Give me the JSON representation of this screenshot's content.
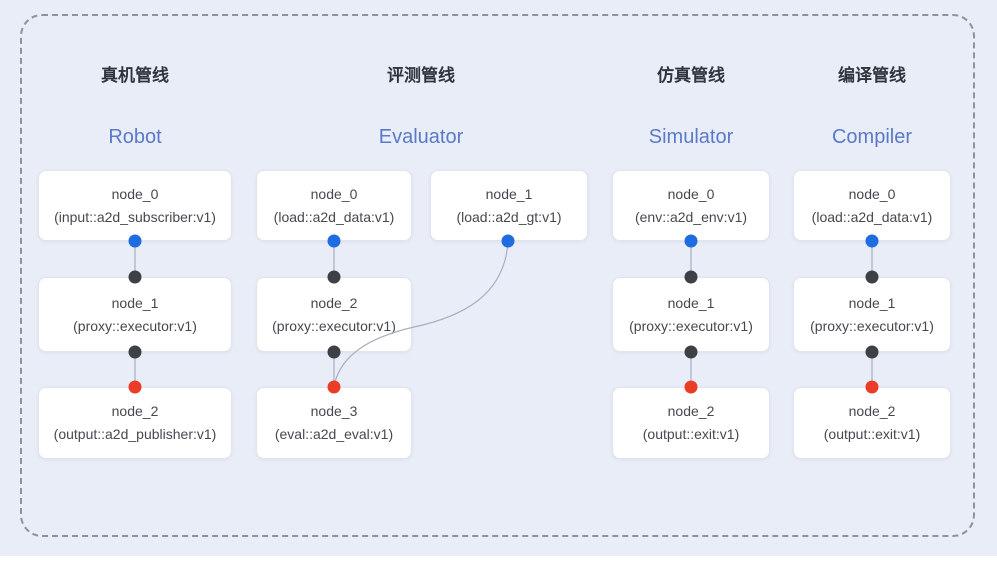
{
  "diagram": {
    "pipelines": [
      {
        "title_zh": "真机管线",
        "title_en": "Robot",
        "nodes": [
          {
            "name": "node_0",
            "type": "(input::a2d_subscriber:v1)"
          },
          {
            "name": "node_1",
            "type": "(proxy::executor:v1)"
          },
          {
            "name": "node_2",
            "type": "(output::a2d_publisher:v1)"
          }
        ]
      },
      {
        "title_zh": "评测管线",
        "title_en": "Evaluator",
        "nodes": [
          {
            "name": "node_0",
            "type": "(load::a2d_data:v1)"
          },
          {
            "name": "node_1",
            "type": "(load::a2d_gt:v1)"
          },
          {
            "name": "node_2",
            "type": "(proxy::executor:v1)"
          },
          {
            "name": "node_3",
            "type": "(eval::a2d_eval:v1)"
          }
        ]
      },
      {
        "title_zh": "仿真管线",
        "title_en": "Simulator",
        "nodes": [
          {
            "name": "node_0",
            "type": "(env::a2d_env:v1)"
          },
          {
            "name": "node_1",
            "type": "(proxy::executor:v1)"
          },
          {
            "name": "node_2",
            "type": "(output::exit:v1)"
          }
        ]
      },
      {
        "title_zh": "编译管线",
        "title_en": "Compiler",
        "nodes": [
          {
            "name": "node_0",
            "type": "(load::a2d_data:v1)"
          },
          {
            "name": "node_1",
            "type": "(proxy::executor:v1)"
          },
          {
            "name": "node_2",
            "type": "(output::exit:v1)"
          }
        ]
      }
    ],
    "colors": {
      "background": "#e9edf8",
      "frame_border": "#8d929c",
      "node_bg": "#ffffff",
      "node_border": "#e2e4ea",
      "title_zh_text": "#30343b",
      "title_en_text": "#5a7ac7",
      "node_text": "#45494f",
      "connector": "#a7aebc",
      "port_blue": "#1f6be0",
      "port_dark": "#3d4045",
      "port_red": "#ea3c27"
    }
  }
}
